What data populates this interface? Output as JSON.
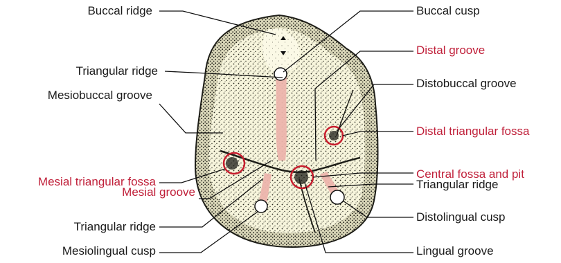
{
  "diagram": {
    "colors": {
      "black_label": "#1a1a1a",
      "red_label": "#c0203a",
      "tooth_fill": "#f7f5dc",
      "stipple": "#2b2b22",
      "ridge_fill": "#ecb4ac",
      "red_circle": "#c81e2e"
    },
    "labels_left": {
      "buccal_ridge": "Buccal ridge",
      "triangular_ridge_top": "Triangular ridge",
      "mesiobuccal_groove": "Mesiobuccal groove",
      "mesial_triangular_fossa": "Mesial triangular fossa",
      "mesial_groove": "Mesial groove",
      "triangular_ridge_bottom": "Triangular ridge",
      "mesiolingual_cusp": "Mesiolingual cusp"
    },
    "labels_right": {
      "buccal_cusp": "Buccal cusp",
      "distal_groove": "Distal groove",
      "distobuccal_groove": "Distobuccal groove",
      "distal_triangular_fossa": "Distal triangular fossa",
      "central_fossa_and_pit": "Central fossa and pit",
      "triangular_ridge": "Triangular ridge",
      "distolingual_cusp": "Distolingual cusp",
      "lingual_groove": "Lingual groove"
    }
  }
}
